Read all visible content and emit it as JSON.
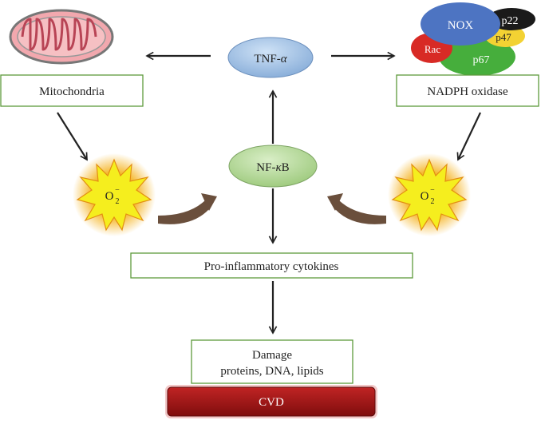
{
  "nodes": {
    "tnf_alpha": {
      "prefix": "TNF-",
      "greek": "α"
    },
    "nf_kb": {
      "prefix": "NF-",
      "greek": "κ",
      "suffix": "B"
    },
    "mitochondria": {
      "label": "Mitochondria"
    },
    "nadph_oxidase": {
      "label": "NADPH oxidase"
    },
    "cytokines": {
      "label": "Pro-inflammatory cytokines"
    },
    "damage": {
      "line1": "Damage",
      "line2": "proteins, DNA, lipids"
    },
    "cvd": {
      "label": "CVD"
    }
  },
  "superoxide": {
    "symbol": "O",
    "subscript": "2",
    "superscript": "−"
  },
  "nox_complex": {
    "nox": "NOX",
    "p22": "p22",
    "p47": "p47",
    "rac": "Rac",
    "p67": "p67"
  },
  "colors": {
    "box_border": "#5d9a3c",
    "tnf_fill": "#9cc2e8",
    "nfkb_fill": "#b6d99b",
    "cvd_fill": "#9b1212",
    "nox_blue": "#4d74c2",
    "p22_black": "#1a1a1a",
    "p47_yellow": "#f3d233",
    "rac_red": "#d82a25",
    "p67_green": "#46ae3c",
    "star_fill": "#f5ee1e",
    "star_glow": "#f39c1a",
    "arrow": "#222222"
  }
}
